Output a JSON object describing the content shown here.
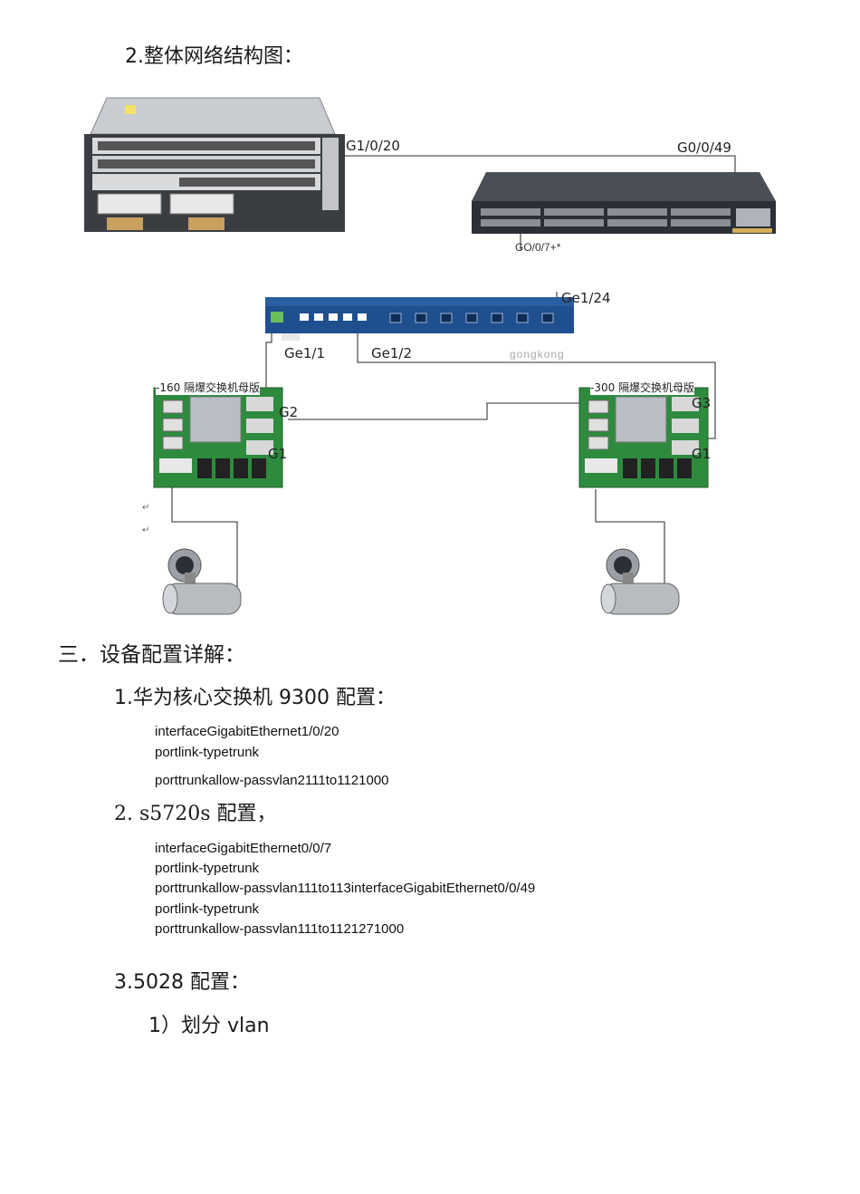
{
  "doc": {
    "heading_diagram": "2.整体网络结构图：",
    "section_title": "三．设备配置详解：",
    "sub1_title": "1.华为核心交换机 9300 配置：",
    "sub1_lines": [
      "interfaceGigabitEthernet1/0/20",
      "portlink-typetrunk",
      "porttrunkallow-passvlan2111to1121000"
    ],
    "sub2_title": "2. s5720s 配置，",
    "sub2_lines": [
      "interfaceGigabitEthernet0/0/7",
      "portlink-typetrunk",
      "porttrunkallow-passvlan111to113interfaceGigabitEthernet0/0/49",
      "portlink-typetrunk",
      "porttrunkallow-passvlan111to1121271000"
    ],
    "sub3_title": "3.5028 配置：",
    "sub3_item1": "1）划分 vlan"
  },
  "diagram": {
    "port_core": "G1/0/20",
    "port_s5720_uplink": "G0/0/49",
    "port_s5720_down": "GO/0/7+*",
    "port_5028_up": "Ge1/24",
    "port_5028_a": "Ge1/1",
    "port_5028_b": "Ge1/2",
    "brand_watermark": "gongkong",
    "board_left_title": "-160 隔爆交换机母版",
    "board_right_title": "-300 隔爆交换机母版",
    "left_g2": "G2",
    "left_g1": "G1",
    "right_g3": "G3",
    "right_g1": "G1",
    "para_mark": "↵"
  },
  "colors": {
    "line": "#555555",
    "board_green": "#2e8b3e",
    "switch_dark": "#2b2f36",
    "switch_5028": "#1f4f8f"
  }
}
